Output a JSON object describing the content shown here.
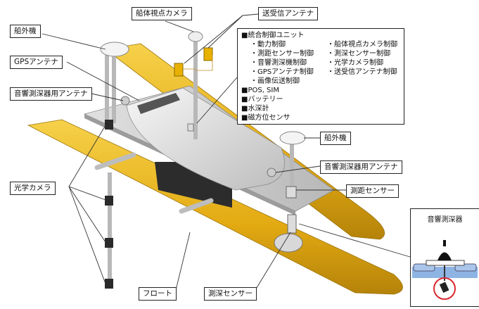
{
  "labels": {
    "motor_top_left": "船外機",
    "hull_camera": "船体視点カメラ",
    "tx_rx_antenna": "送受信アンテナ",
    "gps_antenna": "GPSアンテナ",
    "sonar_antenna_left": "音響測深器用アンテナ",
    "motor_right": "船外機",
    "sonar_antenna_right": "音響測深器用アンテナ",
    "range_sensor": "測距センサー",
    "optical_camera": "光学カメラ",
    "float": "フロート",
    "depth_sensor": "測深センサー"
  },
  "spec_box": {
    "heading": "■統合制御ユニット",
    "col_left": [
      "・動力制御",
      "・測距センサー制御",
      "・音響測深機制御",
      "・GPSアンテナ制御",
      "・画像伝送制御"
    ],
    "col_right": [
      "・船体視点カメラ制御",
      "・測深センサー制御",
      "・光学カメラ制御",
      "・送受信アンテナ制御"
    ],
    "extra": [
      "■POS, SIM",
      "■バッテリー",
      "■水深計",
      "■磁方位センサ"
    ]
  },
  "inset": {
    "title": "音響測深器"
  },
  "colors": {
    "float": "#e8b51e",
    "hull": "#e6e6e6",
    "deck": "#d2d2d2",
    "camera": "#2a2a2a",
    "antenna_box": "#e8b100",
    "water": "#8eb4e3",
    "circle": "#d9272e"
  }
}
